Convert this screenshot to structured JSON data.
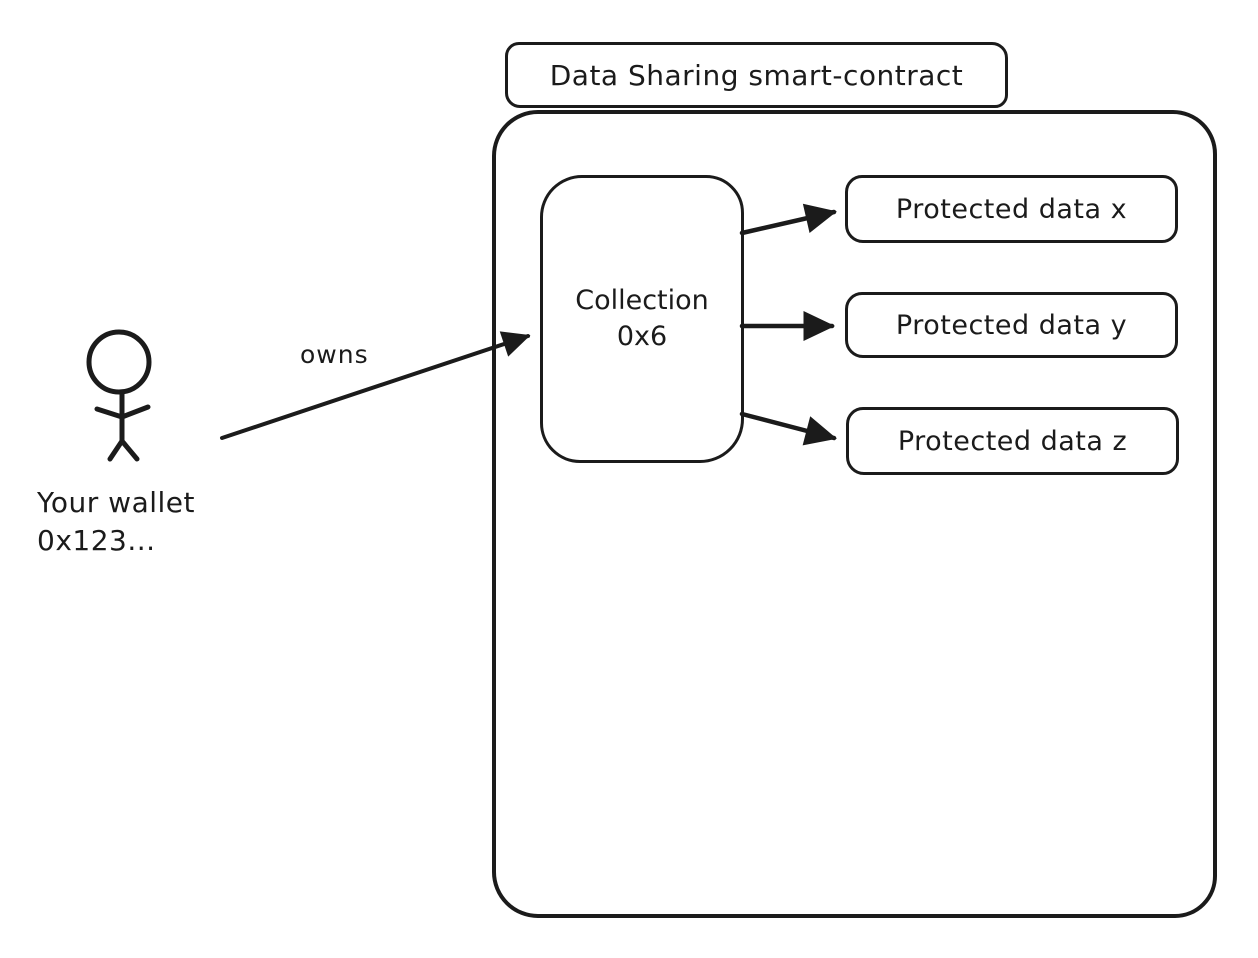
{
  "diagram": {
    "title": "Data Sharing smart-contract",
    "actor": {
      "icon": "person-stick-figure-icon",
      "label": "Your wallet\n0x123..."
    },
    "relation_label": "owns",
    "collection": {
      "line1": "Collection",
      "line2": "0x6"
    },
    "protected_data": [
      {
        "label": "Protected data x"
      },
      {
        "label": "Protected data y"
      },
      {
        "label": "Protected data z"
      }
    ],
    "colors": {
      "stroke": "#1b1b1b",
      "background": "#ffffff"
    }
  }
}
